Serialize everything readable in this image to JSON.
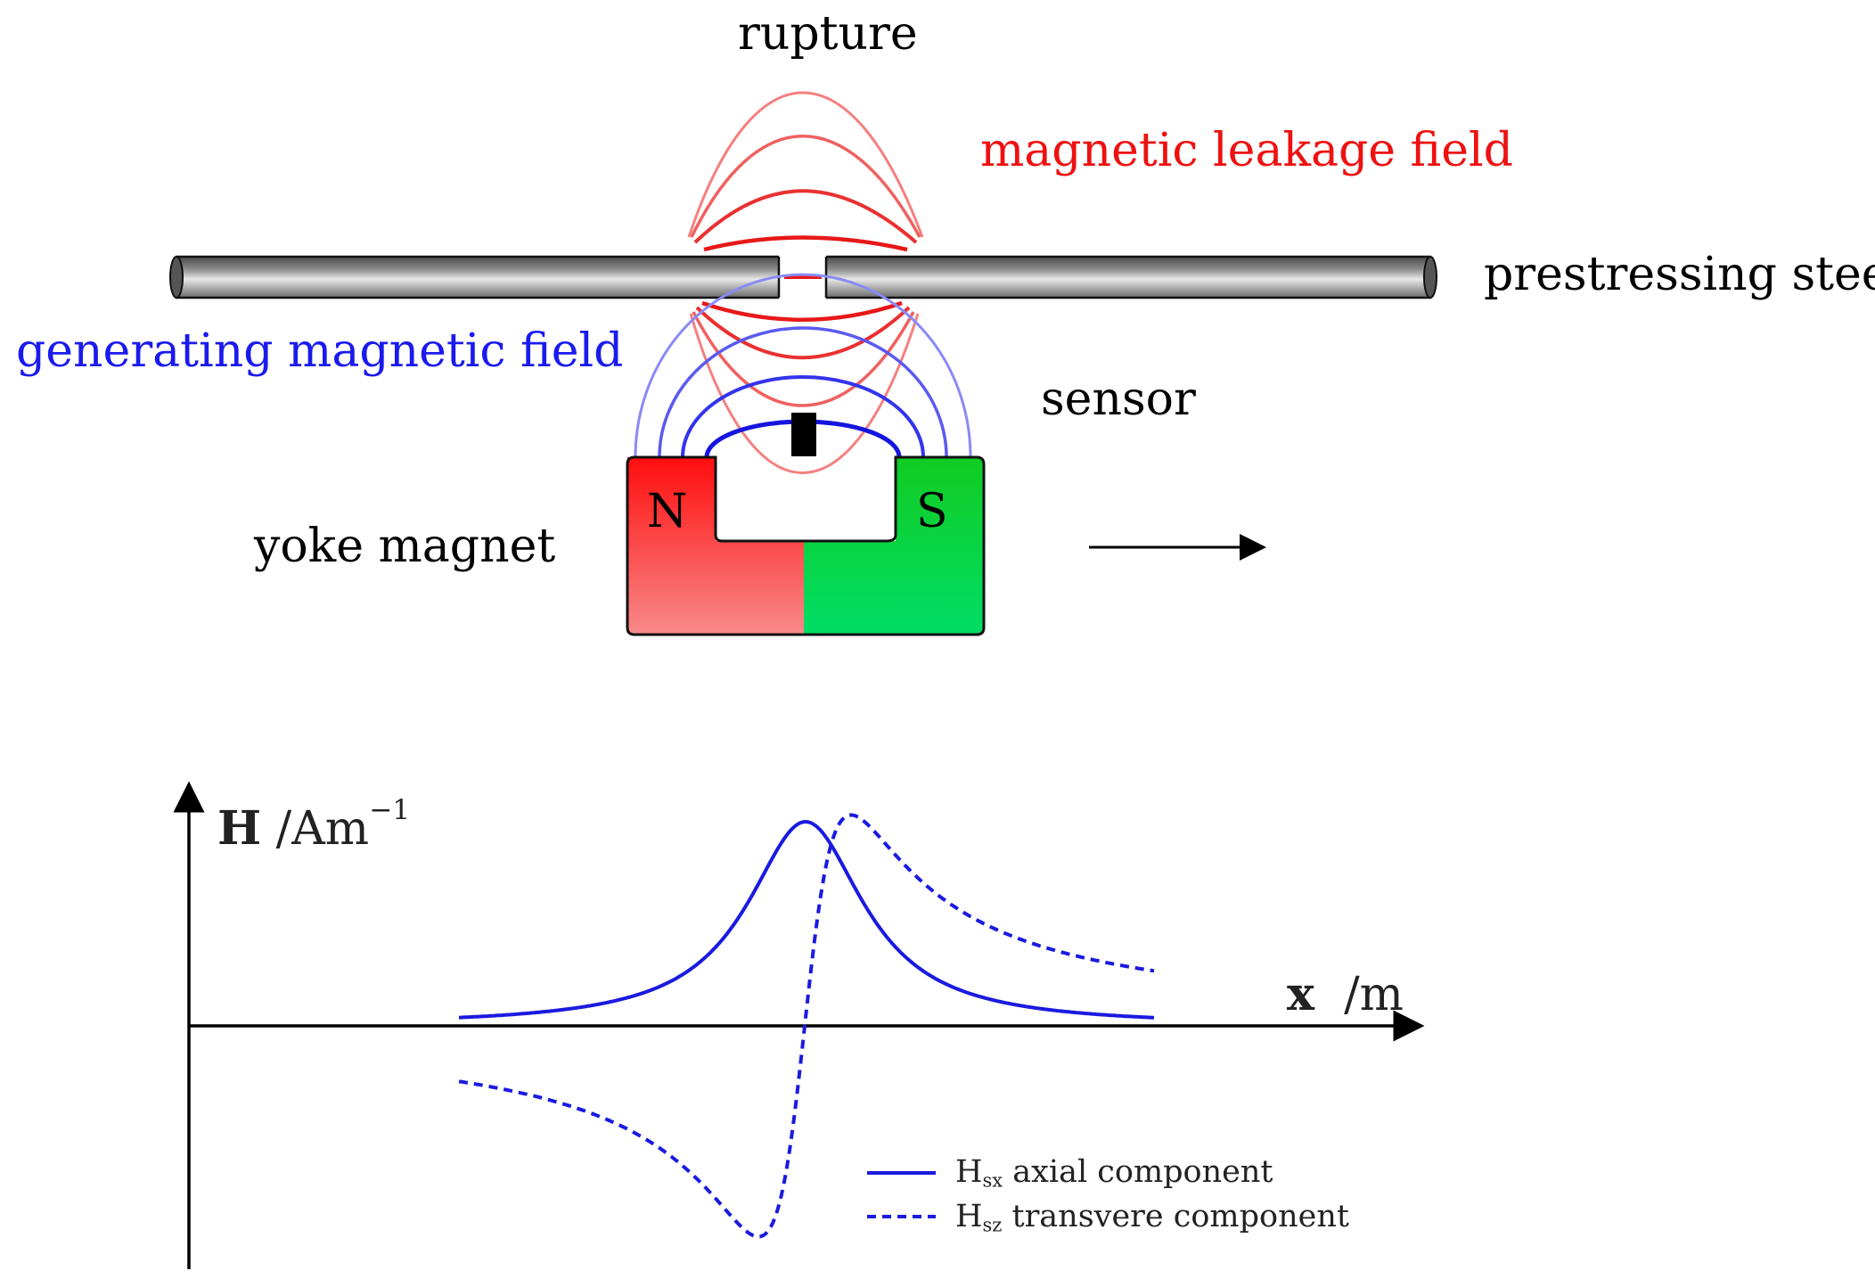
{
  "labels": {
    "rupture": "rupture",
    "leakage": "magnetic leakage field",
    "steel": "prestressing steel",
    "generating": "generating magnetic field",
    "sensor": "sensor",
    "yoke": "yoke magnet",
    "north": "N",
    "south": "S"
  },
  "axis": {
    "y_symbol": "H",
    "y_unit": "/Am",
    "y_unit_exp": "−1",
    "x_symbol": "x",
    "x_unit": "/m"
  },
  "legend": {
    "axial_sym": "H",
    "axial_sub": "sx",
    "axial_text": "axial component",
    "trans_sym": "H",
    "trans_sub": "sz",
    "trans_text": "transvere component"
  },
  "colors": {
    "red": "#ee1111",
    "blue": "#1a1aee",
    "green": "#11cc33",
    "steel": "#777777"
  }
}
